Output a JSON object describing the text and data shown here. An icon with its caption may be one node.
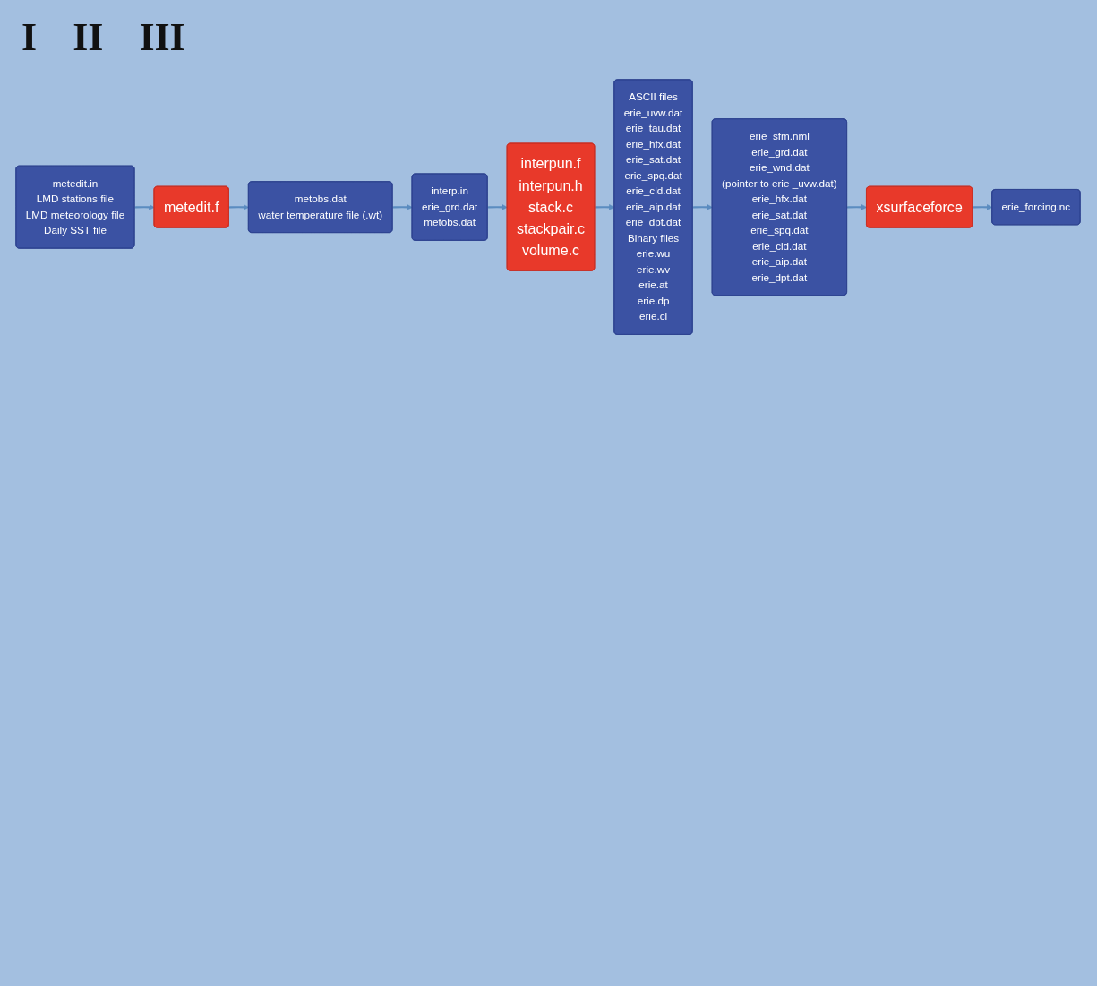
{
  "diagram": {
    "nodes": [
      {
        "text": [
          "metedit.in",
          "LMD stations file",
          "LMD meteorology file",
          "Daily SST file"
        ]
      },
      {
        "text": [
          "metedit.f"
        ]
      },
      {
        "text": [
          "metobs.dat",
          "water temperature file (.wt)"
        ]
      },
      {
        "text": [
          "interp.in",
          "erie_grd.dat",
          "metobs.dat"
        ]
      },
      {
        "text": [
          "interpun.f",
          "interpun.h",
          "stack.c",
          "stackpair.c",
          "volume.c"
        ]
      },
      {
        "text": [
          "ASCII files",
          "erie_uvw.dat",
          "erie_tau.dat",
          "erie_hfx.dat",
          "erie_sat.dat",
          "erie_spq.dat",
          "erie_cld.dat",
          "erie_aip.dat",
          "erie_dpt.dat",
          "Binary files",
          "erie.wu",
          "erie.wv",
          "erie.at",
          "erie.dp",
          "erie.cl"
        ]
      },
      {
        "text": [
          "erie_sfm.nml",
          "erie_grd.dat",
          "erie_wnd.dat",
          "(pointer to erie _uvw.dat)",
          "erie_hfx.dat",
          "erie_sat.dat",
          "erie_spq.dat",
          "erie_cld.dat",
          "erie_aip.dat",
          "erie_dpt.dat"
        ]
      },
      {
        "text": [
          "xsurfaceforce"
        ]
      },
      {
        "text": [
          "erie_forcing.nc"
        ]
      }
    ],
    "edges": [
      {
        "from": 0,
        "to": 1,
        "arrow": "to"
      },
      {
        "from": 1,
        "to": 2,
        "arrow": "to"
      },
      {
        "from": 2,
        "to": 3,
        "arrow": "to"
      },
      {
        "from": 3,
        "to": 4,
        "arrow": "to"
      },
      {
        "from": 4,
        "to": 5,
        "arrow": "to"
      },
      {
        "from": 5,
        "to": 6,
        "arrow": "to"
      },
      {
        "from": 6,
        "to": 7,
        "arrow": "to"
      },
      {
        "from": 7,
        "to": 8,
        "arrow": "to"
      }
    ],
    "labels": [
      "I",
      "II",
      "III"
    ]
  }
}
